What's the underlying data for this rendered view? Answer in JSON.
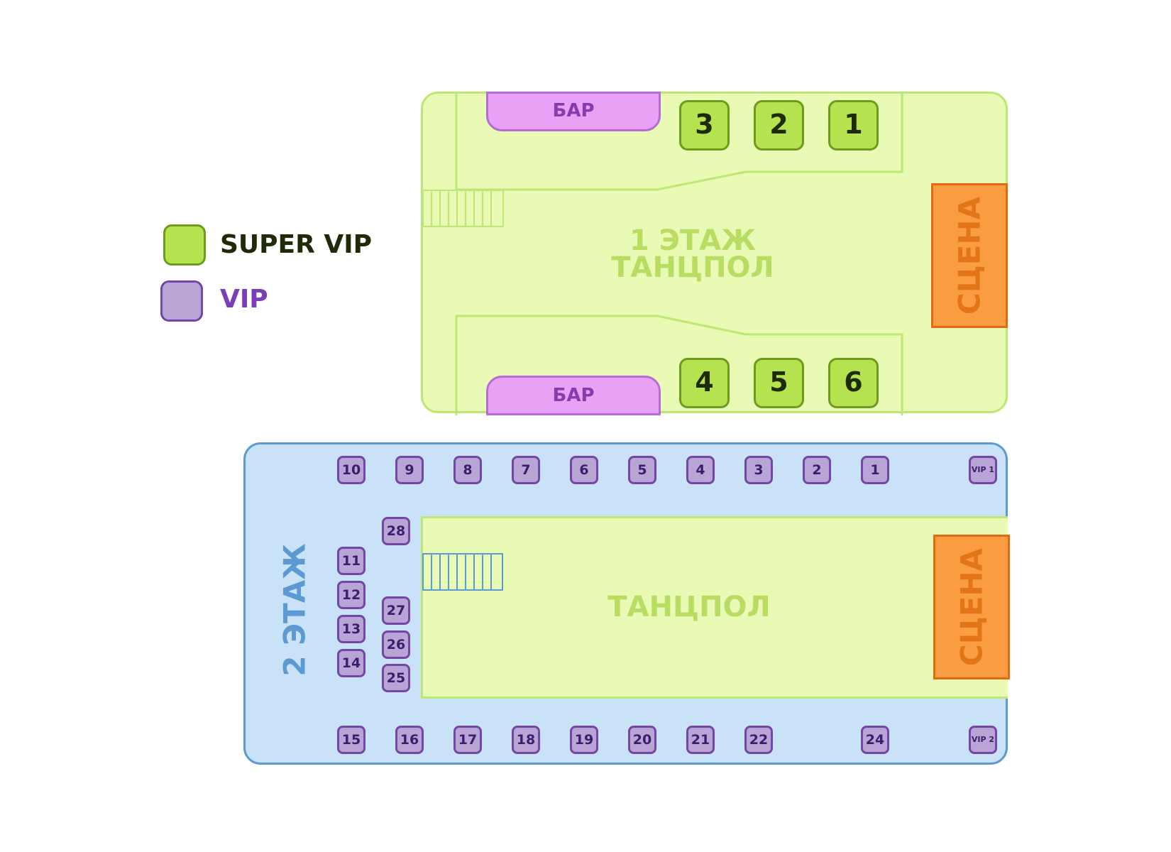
{
  "legend": {
    "super_vip": {
      "label": "SUPER VIP",
      "color": "#b5e350",
      "text_color": "#1f2a08"
    },
    "vip": {
      "label": "VIP",
      "color": "#b8a5d6",
      "text_color": "#7a3fb8"
    }
  },
  "floor1": {
    "title_line1": "1 ЭТАЖ",
    "title_line2": "ТАНЦПОЛ",
    "bar_top": "БАР",
    "bar_bottom": "БАР",
    "stage": "СЦЕНА",
    "tables_top": [
      "3",
      "2",
      "1"
    ],
    "tables_bottom": [
      "4",
      "5",
      "6"
    ]
  },
  "floor2": {
    "title": "2 ЭТАЖ",
    "dance_floor": "ТАНЦПОЛ",
    "stage": "СЦЕНА",
    "tables_top": [
      "10",
      "9",
      "8",
      "7",
      "6",
      "5",
      "4",
      "3",
      "2",
      "1"
    ],
    "vip_top": "VIP 1",
    "tables_left": [
      "11",
      "12",
      "13",
      "14"
    ],
    "table_28": "28",
    "tables_middle": [
      "27",
      "26",
      "25"
    ],
    "tables_bottom": [
      "15",
      "16",
      "17",
      "18",
      "19",
      "20",
      "21",
      "22",
      "24"
    ],
    "vip_bottom": "VIP 2"
  },
  "colors": {
    "floor1_fill": "#e8fab3",
    "floor2_fill": "#cae2f8",
    "stage": "#fa9d42",
    "bar": "#e8a1f4"
  }
}
